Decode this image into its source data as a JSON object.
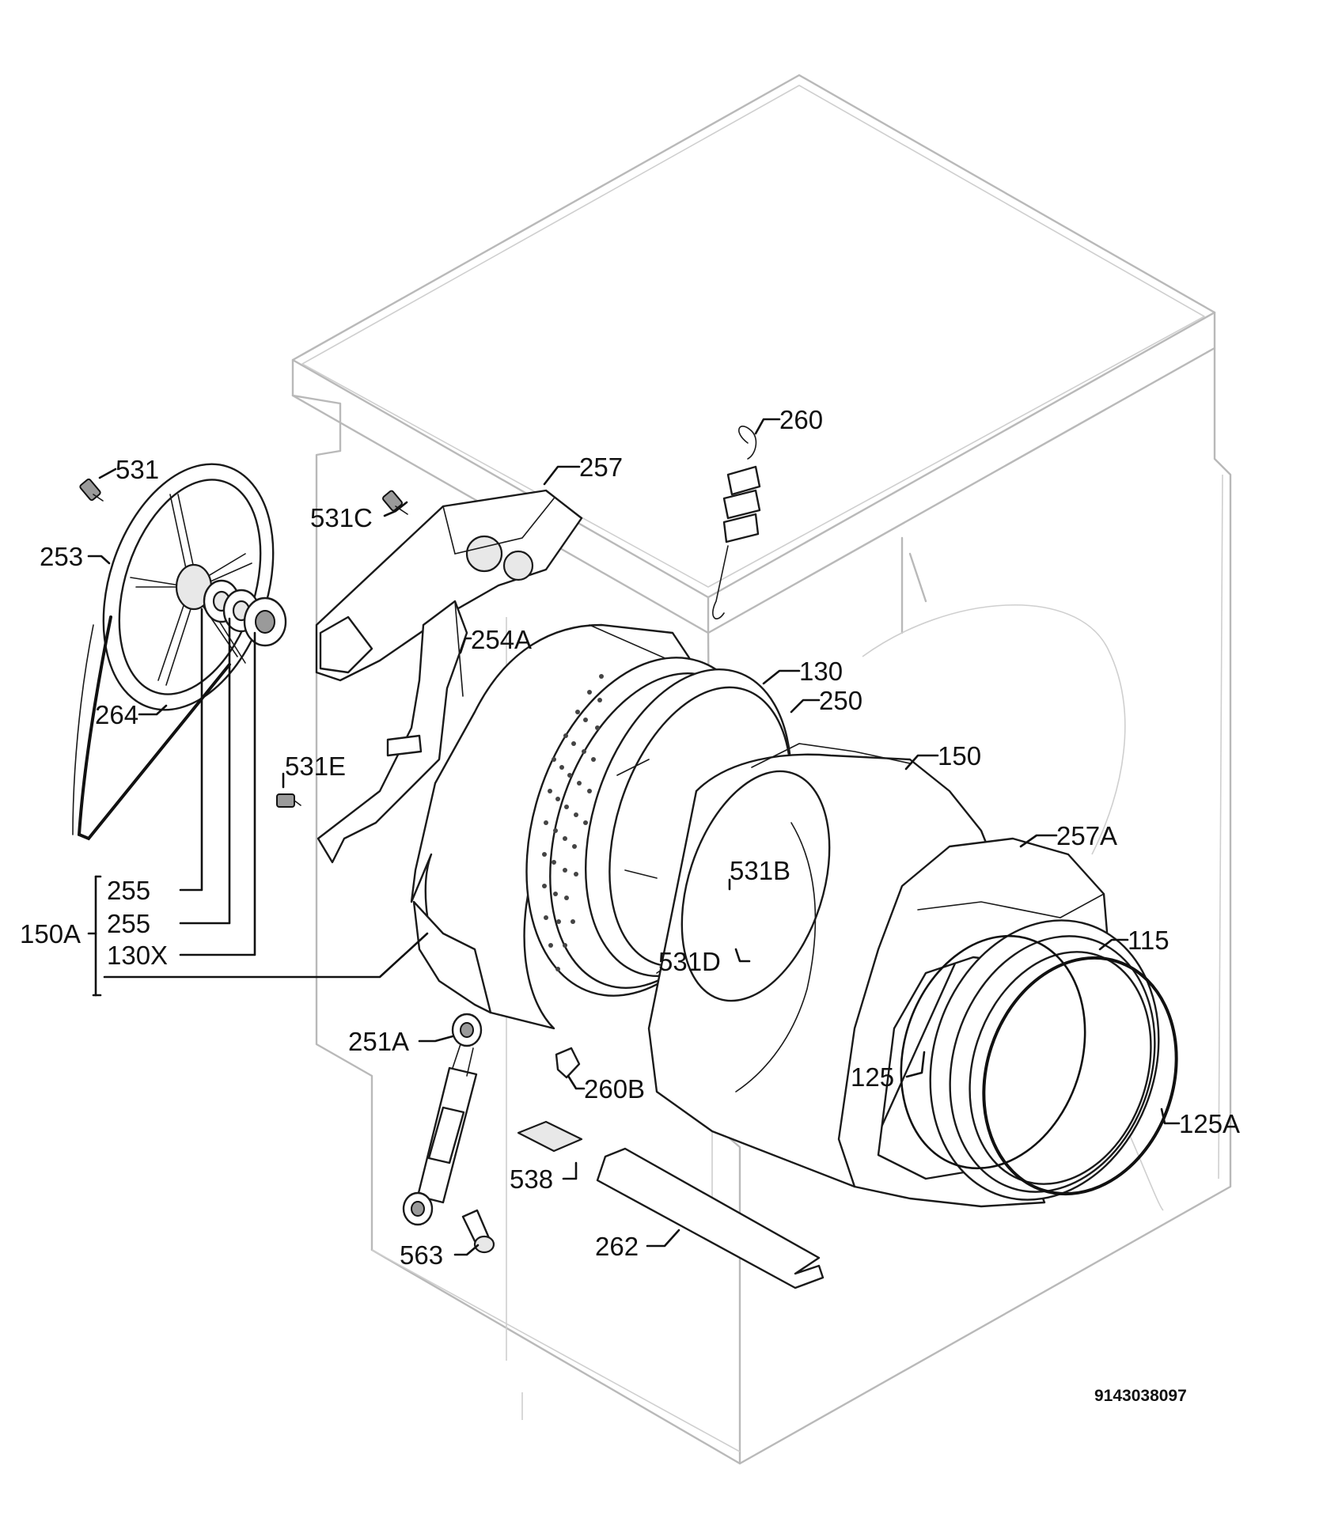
{
  "labels": {
    "p531": "531",
    "p253": "253",
    "p264": "264",
    "p531C": "531C",
    "p257": "257",
    "p260": "260",
    "p254A": "254A",
    "p130": "130",
    "p250": "250",
    "p150": "150",
    "p531E": "531E",
    "p257A": "257A",
    "p531B": "531B",
    "p115": "115",
    "p150A": "150A",
    "p255a": "255",
    "p255b": "255",
    "p130X": "130X",
    "p531D": "531D",
    "p251A": "251A",
    "p260B": "260B",
    "p125": "125",
    "p125A": "125A",
    "p538": "538",
    "p262": "262",
    "p563": "563"
  },
  "drawing_code": "9143038097"
}
